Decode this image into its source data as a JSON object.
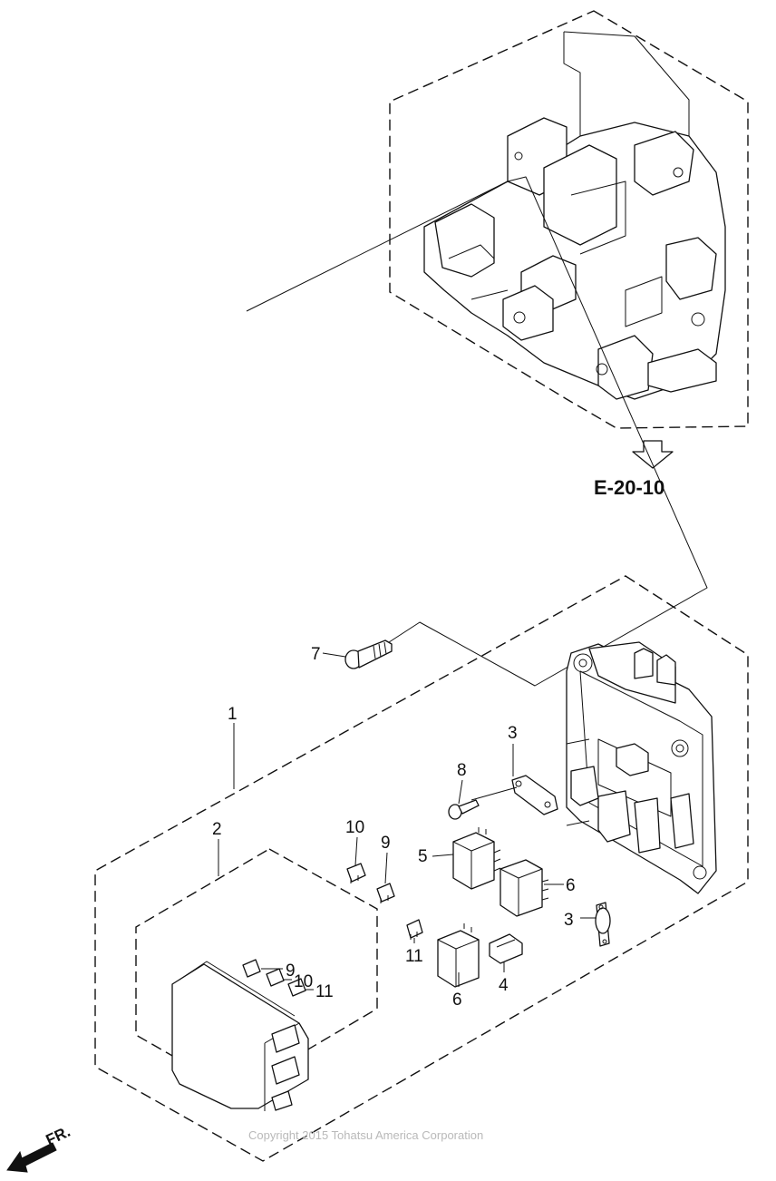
{
  "reference": {
    "label": "E-20-10"
  },
  "front_indicator": {
    "label": "FR."
  },
  "copyright": "Copyright 2015 Tohatsu America Corporation",
  "callouts": [
    {
      "id": "c7",
      "label": "7"
    },
    {
      "id": "c1",
      "label": "1"
    },
    {
      "id": "c3a",
      "label": "3"
    },
    {
      "id": "c8",
      "label": "8"
    },
    {
      "id": "c2",
      "label": "2"
    },
    {
      "id": "c10a",
      "label": "10"
    },
    {
      "id": "c9a",
      "label": "9"
    },
    {
      "id": "c5",
      "label": "5"
    },
    {
      "id": "c6a",
      "label": "6"
    },
    {
      "id": "c9b",
      "label": "9"
    },
    {
      "id": "c10b",
      "label": "10"
    },
    {
      "id": "c11a",
      "label": "11"
    },
    {
      "id": "c3b",
      "label": "3"
    },
    {
      "id": "c11b",
      "label": "11"
    },
    {
      "id": "c6b",
      "label": "6"
    },
    {
      "id": "c4",
      "label": "4"
    }
  ]
}
